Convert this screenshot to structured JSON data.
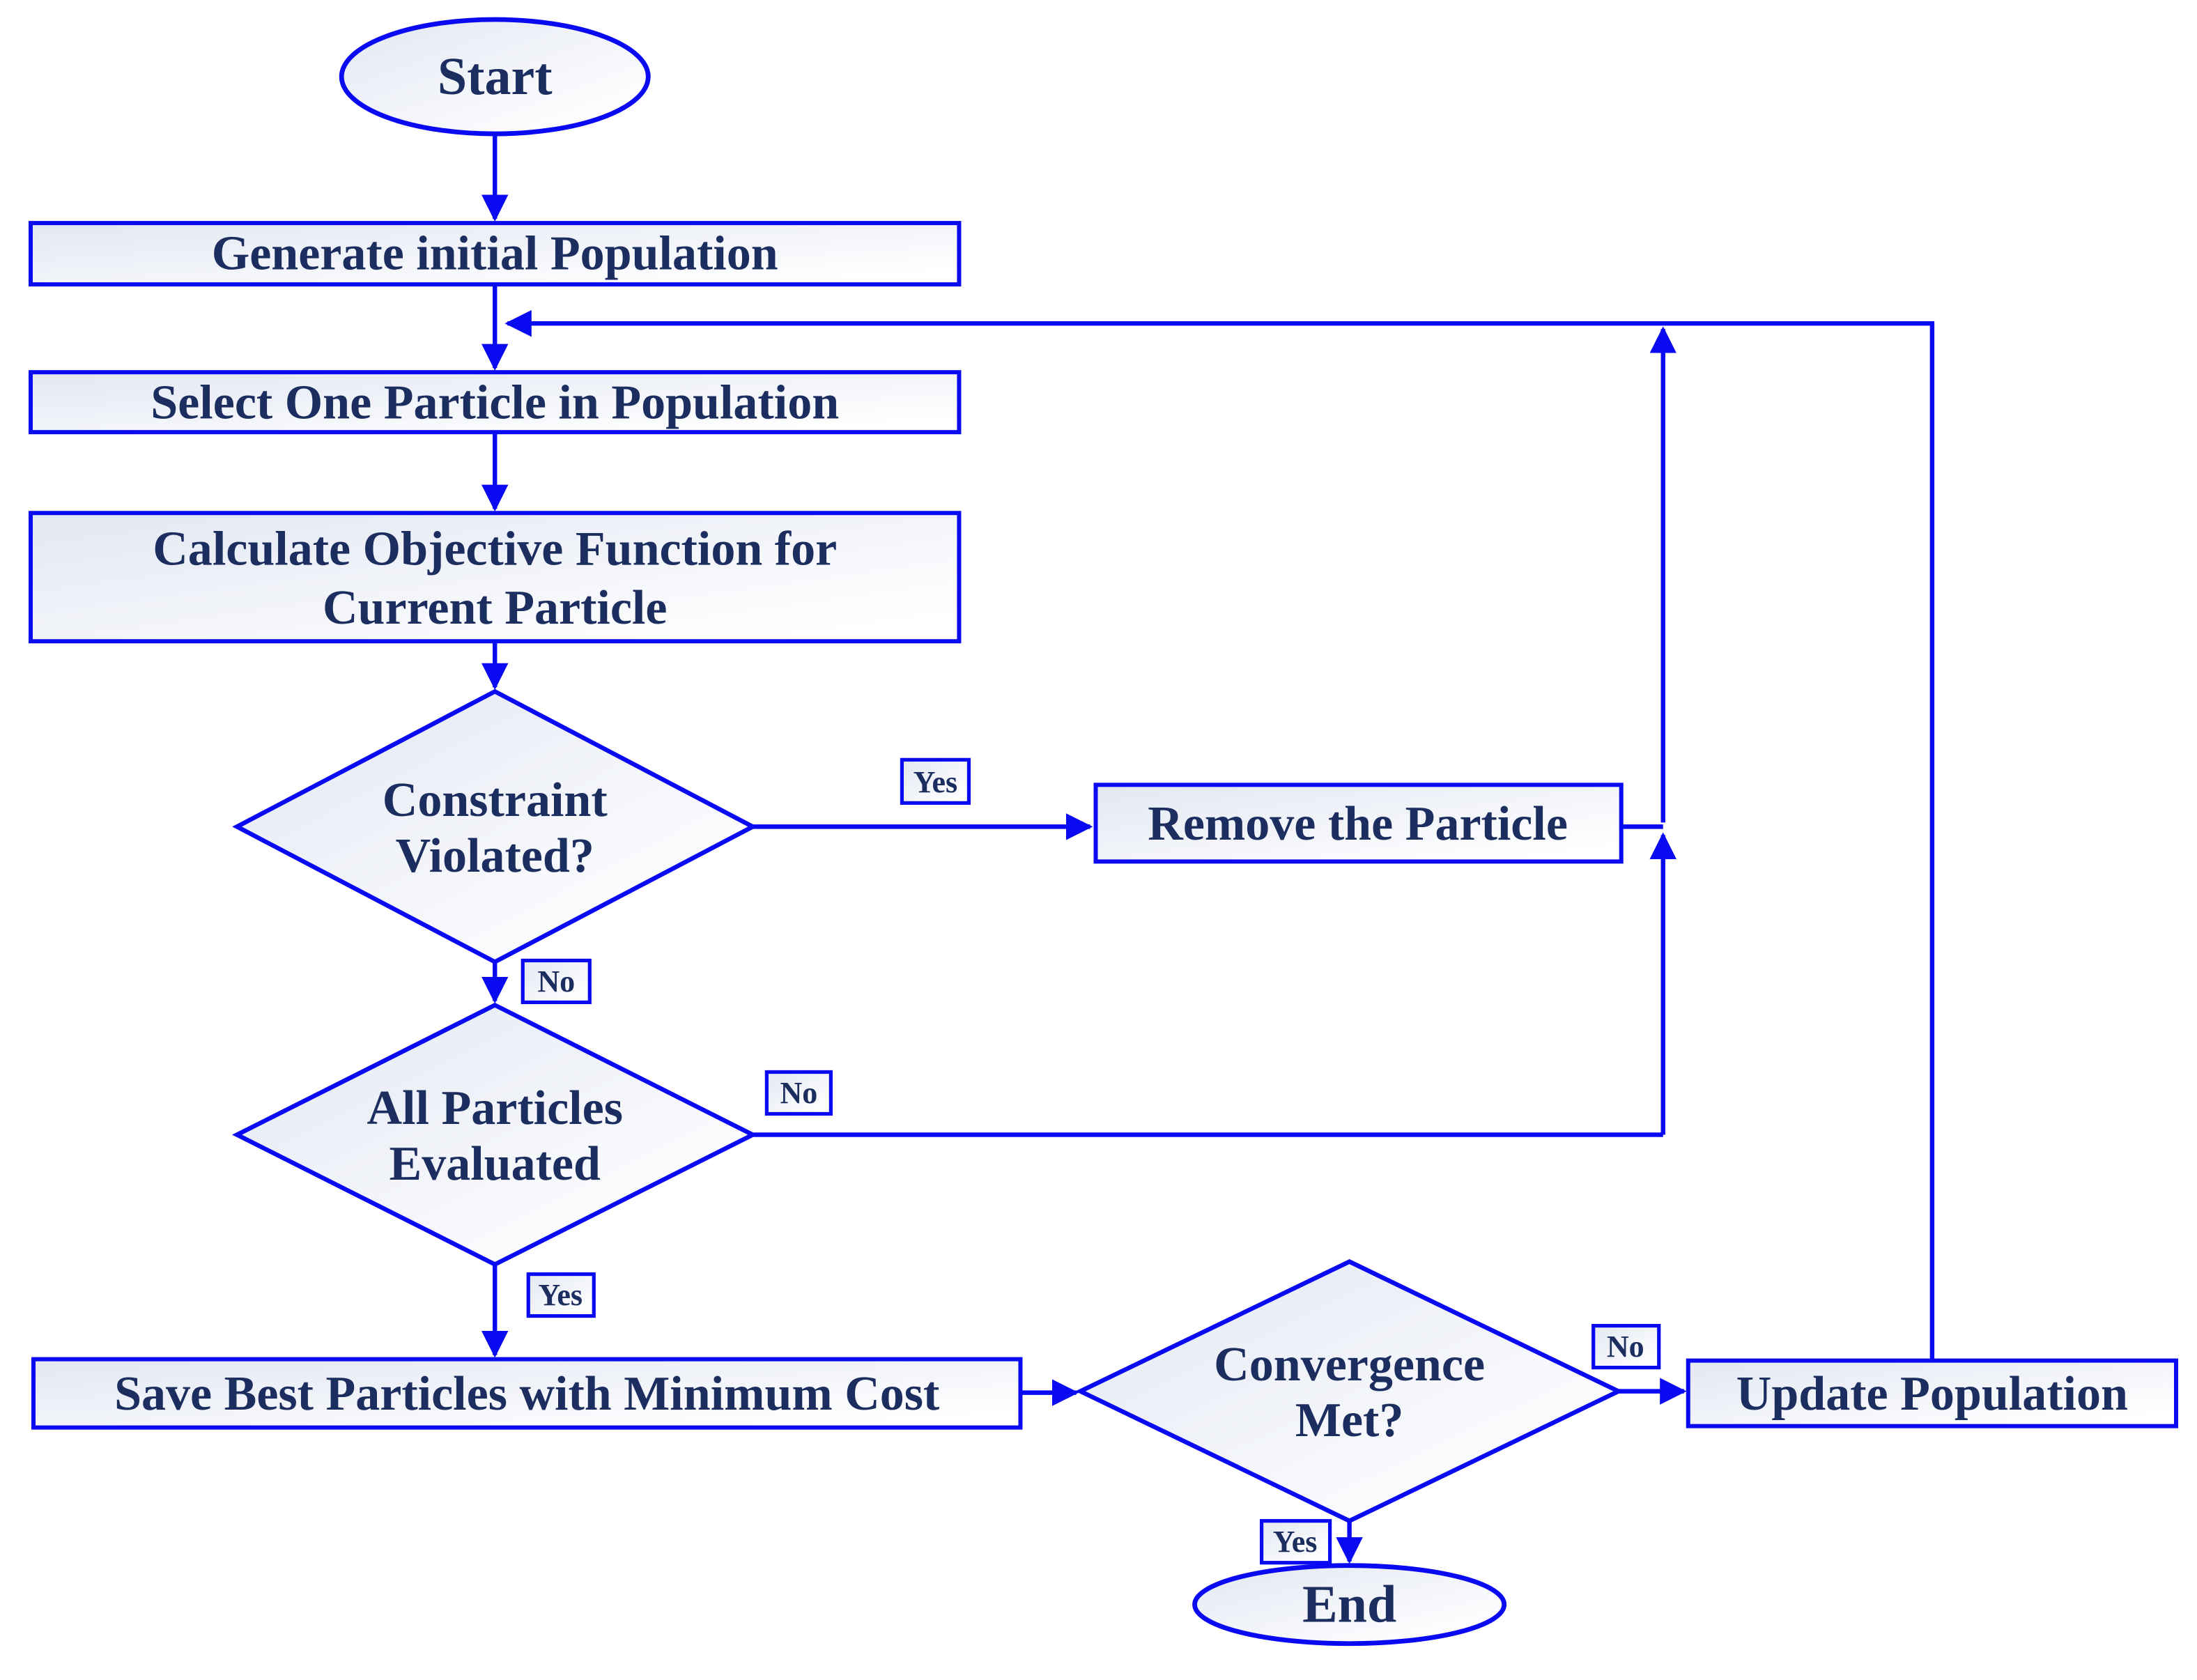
{
  "theme": {
    "line_blue": "#0a0af2",
    "text_navy": "#1c2e60",
    "fill_light": "#e2e7f2",
    "fill_white": "#ffffff",
    "background": "#ffffff"
  },
  "nodes": {
    "start": {
      "type": "terminator",
      "label": "Start"
    },
    "generate": {
      "type": "process",
      "label": "Generate initial Population"
    },
    "select": {
      "type": "process",
      "label": "Select One Particle in Population"
    },
    "calculate": {
      "type": "process",
      "line1": "Calculate Objective Function for",
      "line2": "Current Particle"
    },
    "constraint": {
      "type": "decision",
      "line1": "Constraint",
      "line2": "Violated?"
    },
    "remove": {
      "type": "process",
      "label": "Remove the Particle"
    },
    "all_particles": {
      "type": "decision",
      "line1": "All Particles",
      "line2": "Evaluated"
    },
    "save": {
      "type": "process",
      "label": "Save Best Particles with Minimum Cost"
    },
    "convergence": {
      "type": "decision",
      "line1": "Convergence",
      "line2": "Met?"
    },
    "update": {
      "type": "process",
      "label": "Update Population"
    },
    "end": {
      "type": "terminator",
      "label": "End"
    }
  },
  "edge_labels": {
    "constraint_yes": "Yes",
    "constraint_no": "No",
    "all_particles_no": "No",
    "all_particles_yes": "Yes",
    "convergence_no": "No",
    "convergence_yes": "Yes"
  }
}
